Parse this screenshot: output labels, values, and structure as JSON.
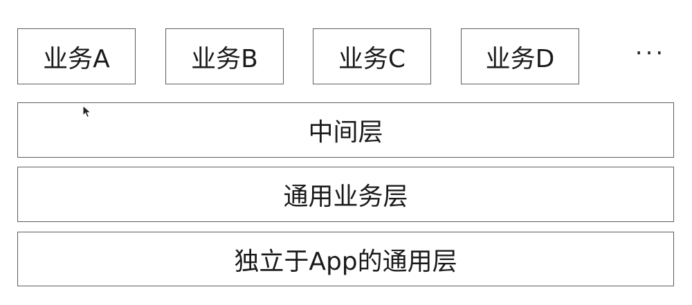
{
  "modules": [
    {
      "label": "业务A"
    },
    {
      "label": "业务B"
    },
    {
      "label": "业务C"
    },
    {
      "label": "业务D"
    }
  ],
  "more_indicator": "···",
  "layers": {
    "middle": "中间层",
    "common_business": "通用业务层",
    "app_independent": "独立于App的通用层"
  },
  "colors": {
    "border": "#5a5a5a",
    "text": "#1a1a1a",
    "background": "#ffffff"
  }
}
